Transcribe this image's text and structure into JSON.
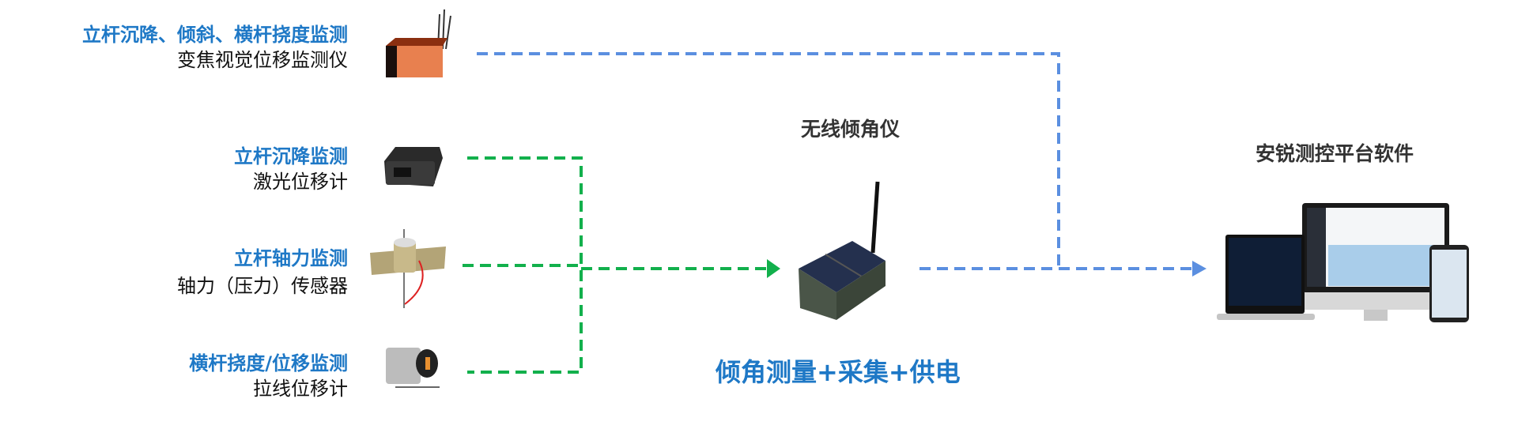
{
  "sensors": [
    {
      "purpose": "立杆沉降、倾斜、横杆挠度监测",
      "device": "变焦视觉位移监测仪"
    },
    {
      "purpose": "立杆沉降监测",
      "device": "激光位移计"
    },
    {
      "purpose": "立杆轴力监测",
      "device": "轴力（压力）传感器"
    },
    {
      "purpose": "横杆挠度/位移监测",
      "device": "拉线位移计"
    }
  ],
  "tiltmeter": {
    "title": "无线倾角仪",
    "caption": "倾角测量+采集+供电"
  },
  "platform": {
    "title": "安锐测控平台软件"
  },
  "colors": {
    "blue_text": "#1e78c6",
    "blue_line": "#5b8fe0",
    "green_line": "#12b04c"
  }
}
